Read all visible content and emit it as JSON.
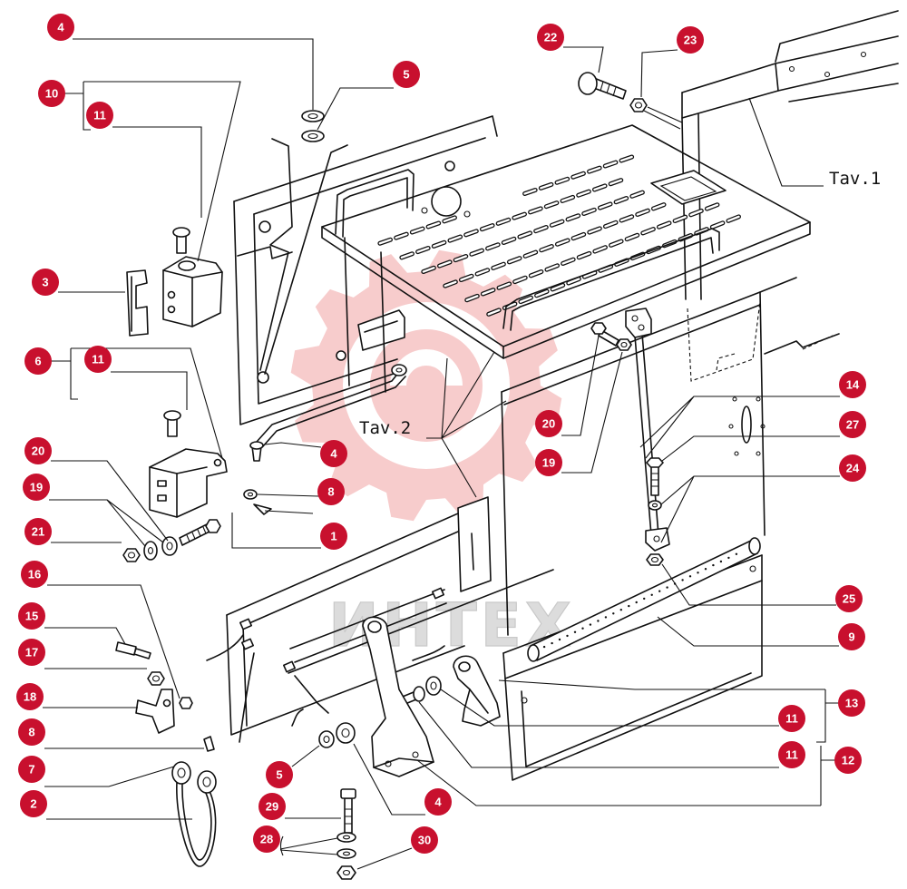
{
  "callouts": [
    "4",
    "5",
    "10",
    "11",
    "3",
    "6",
    "11",
    "20",
    "19",
    "21",
    "16",
    "15",
    "17",
    "18",
    "8",
    "7",
    "2",
    "22",
    "23",
    "4",
    "8",
    "1",
    "20",
    "19",
    "14",
    "27",
    "24",
    "25",
    "9",
    "13",
    "11",
    "11",
    "12",
    "5",
    "4",
    "29",
    "28",
    "30"
  ],
  "references": {
    "tav1": "Tav.1",
    "tav2": "Tav.2"
  },
  "watermark": {
    "text": "ИНТЕХ"
  },
  "colors": {
    "callout_fill": "#c8102e",
    "callout_text": "#ffffff",
    "line": "#111111",
    "watermark_gear": "#f6c4c4",
    "watermark_text": "#dcdcdc"
  }
}
